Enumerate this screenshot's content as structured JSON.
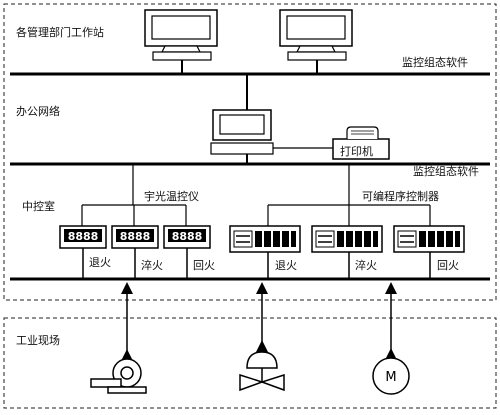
{
  "zones": {
    "management": "各管理部门工作站",
    "office": "办公网络",
    "control_room": "中控室",
    "field": "工业现场"
  },
  "software_top": "监控组态软件",
  "software_mid": "监控组态软件",
  "printer": "打印机",
  "instrument_group": "宇光温控仪",
  "plc_group": "可编程序控制器",
  "instruments": [
    {
      "digits": "8888",
      "process": "退火"
    },
    {
      "digits": "8888",
      "process": "淬火"
    },
    {
      "digits": "8888",
      "process": "回火"
    }
  ],
  "plcs": [
    {
      "process": "退火"
    },
    {
      "process": "淬火"
    },
    {
      "process": "回火"
    }
  ],
  "field_devices": [
    {
      "type": "pump-icon"
    },
    {
      "type": "valve-icon"
    },
    {
      "type": "motor-icon",
      "symbol": "M"
    }
  ]
}
